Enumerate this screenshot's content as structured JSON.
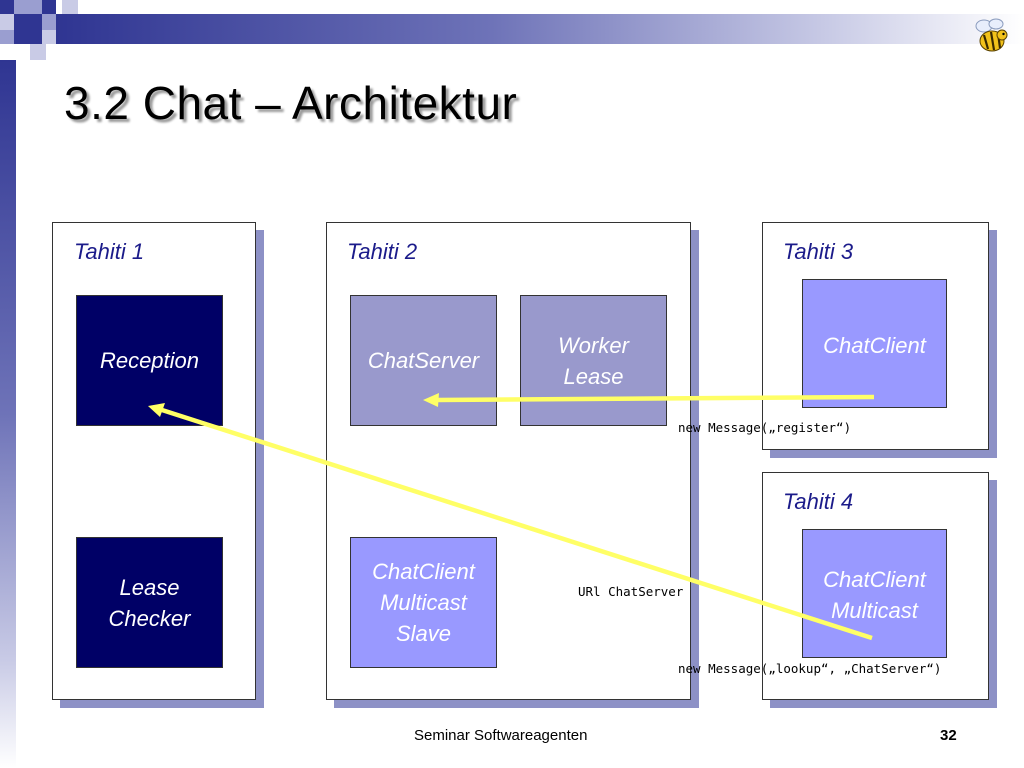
{
  "slide": {
    "title": "3.2 Chat – Architektur",
    "footer_text": "Seminar Softwareagenten",
    "page_number": "32"
  },
  "hosts": [
    {
      "label": "Tahiti 1"
    },
    {
      "label": "Tahiti 2"
    },
    {
      "label": "Tahiti 3"
    },
    {
      "label": "Tahiti 4"
    }
  ],
  "components": {
    "reception": "Reception",
    "lease_checker": [
      "Lease",
      "Checker"
    ],
    "chat_server": "ChatServer",
    "worker_lease": [
      "Worker",
      "Lease"
    ],
    "multicast_slave": [
      "ChatClient",
      "Multicast",
      "Slave"
    ],
    "chat_client": "ChatClient",
    "chat_client_multicast": [
      "ChatClient",
      "Multicast"
    ]
  },
  "messages": {
    "register": "new Message(„register“)",
    "url": "URl ChatServer",
    "lookup": "new Message(„lookup“, „ChatServer“)"
  },
  "colors": {
    "dark_component": "#000066",
    "mid_component": "#9999cc",
    "light_component": "#9999ff",
    "arrow": "#ffff66",
    "host_label": "#1b1b8a"
  },
  "icons": [
    "bee-icon"
  ]
}
